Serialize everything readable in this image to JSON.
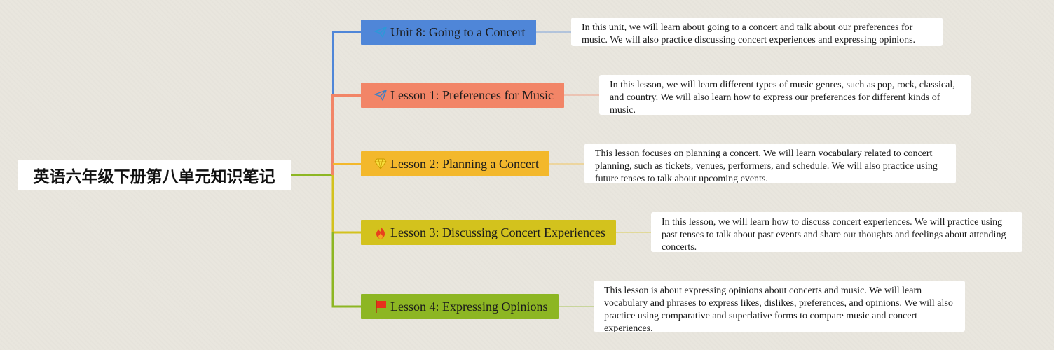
{
  "root": {
    "title": "英语六年级下册第八单元知识笔记"
  },
  "topics": [
    {
      "label": "Unit 8: Going to a Concert",
      "color": "#4f86d8",
      "line_color": "#4f86d8",
      "icon": "paper-plane-icon",
      "note": "In this unit, we will learn about going to a concert and talk about our preferences for music. We will also practice discussing concert experiences and expressing opinions."
    },
    {
      "label": "Lesson 1: Preferences for Music",
      "color": "#f28567",
      "line_color": "#f28567",
      "icon": "paper-plane-icon",
      "note": "In this lesson, we will learn different types of music genres, such as pop, rock, classical, and country. We will also learn how to express our preferences for different kinds of music."
    },
    {
      "label": "Lesson 2: Planning a Concert",
      "color": "#f3b82c",
      "line_color": "#f3b82c",
      "icon": "diamond-icon",
      "note": "This lesson focuses on planning a concert. We will learn vocabulary related to concert planning, such as tickets, venues, performers, and schedule. We will also practice using future tenses to talk about upcoming events."
    },
    {
      "label": "Lesson 3: Discussing Concert Experiences",
      "color": "#d3c21d",
      "line_color": "#d3c21d",
      "icon": "fire-icon",
      "note": "In this lesson, we will learn how to discuss concert experiences. We will practice using past tenses to talk about past events and share our thoughts and feelings about attending concerts."
    },
    {
      "label": "Lesson 4: Expressing Opinions",
      "color": "#8db623",
      "line_color": "#8db623",
      "icon": "flag-icon",
      "note": "This lesson is about expressing opinions about concerts and music. We will learn vocabulary and phrases to express likes, dislikes, preferences, and opinions. We will also practice using comparative and superlative forms to compare music and concert experiences."
    }
  ]
}
